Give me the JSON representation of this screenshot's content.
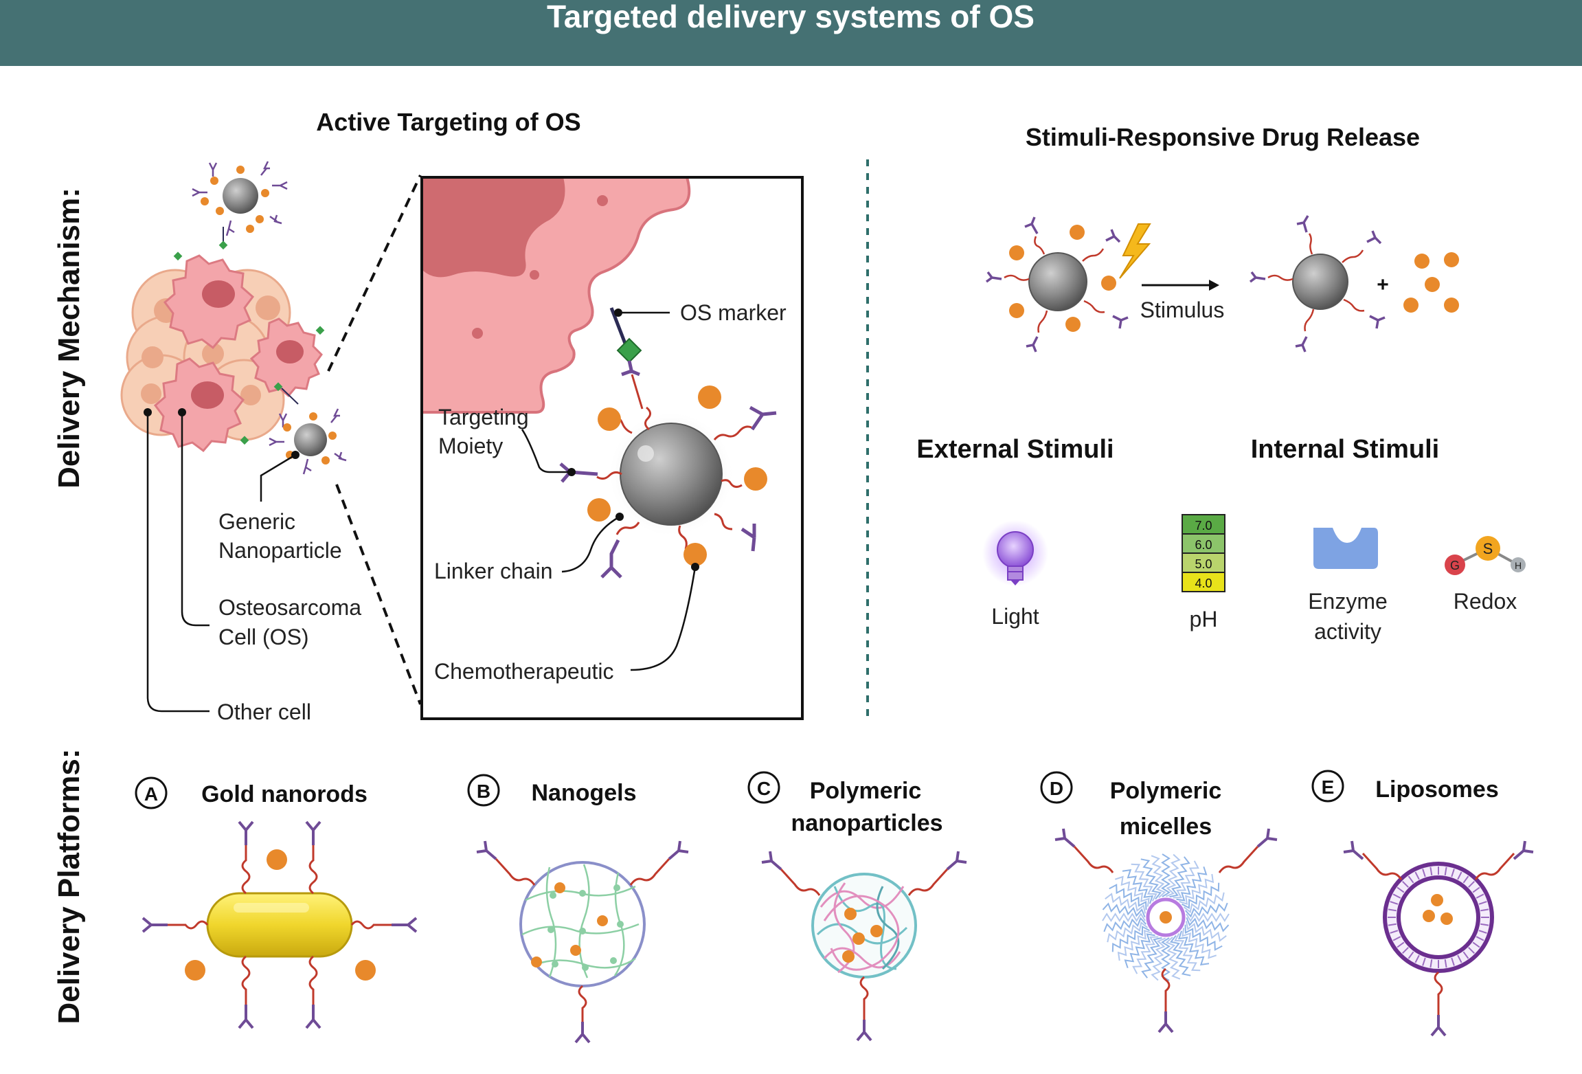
{
  "header": {
    "title": "Targeted delivery systems of OS",
    "bg_color": "#457173"
  },
  "side_labels": {
    "mechanism": "Delivery Mechanism:",
    "platforms": "Delivery Platforms:"
  },
  "active_targeting": {
    "title": "Active Targeting of OS",
    "callouts": {
      "generic_np_line1": "Generic",
      "generic_np_line2": "Nanoparticle",
      "os_cell_line1": "Osteosarcoma",
      "os_cell_line2": "Cell (OS)",
      "other_cell": "Other cell"
    },
    "zoom_labels": {
      "os_marker": "OS marker",
      "targeting_line1": "Targeting",
      "targeting_line2": "Moiety",
      "linker": "Linker chain",
      "chemo": "Chemotherapeutic"
    }
  },
  "stimuli": {
    "title": "Stimuli-Responsive Drug Release",
    "arrow_label": "Stimulus",
    "plus": "+",
    "external_title": "External Stimuli",
    "internal_title": "Internal Stimuli",
    "light_label": "Light",
    "ph_label": "pH",
    "ph_scale": [
      "7.0",
      "6.0",
      "5.0",
      "4.0"
    ],
    "enzyme_line1": "Enzyme",
    "enzyme_line2": "activity",
    "redox_label": "Redox",
    "redox_atoms": [
      "G",
      "S",
      "H"
    ]
  },
  "platforms": [
    {
      "letter": "A",
      "line1": "Gold nanorods",
      "line2": ""
    },
    {
      "letter": "B",
      "line1": "Nanogels",
      "line2": ""
    },
    {
      "letter": "C",
      "line1": "Polymeric",
      "line2": "nanoparticles"
    },
    {
      "letter": "D",
      "line1": "Polymeric",
      "line2": "micelles"
    },
    {
      "letter": "E",
      "line1": "Liposomes",
      "line2": ""
    }
  ],
  "colors": {
    "drug": "#e8892b",
    "antibody": "#6f4b96",
    "linker": "#c0392b",
    "os_cell": "#e57f86",
    "other_cell": "#f7cfb6",
    "divider": "#2f6f6b"
  }
}
